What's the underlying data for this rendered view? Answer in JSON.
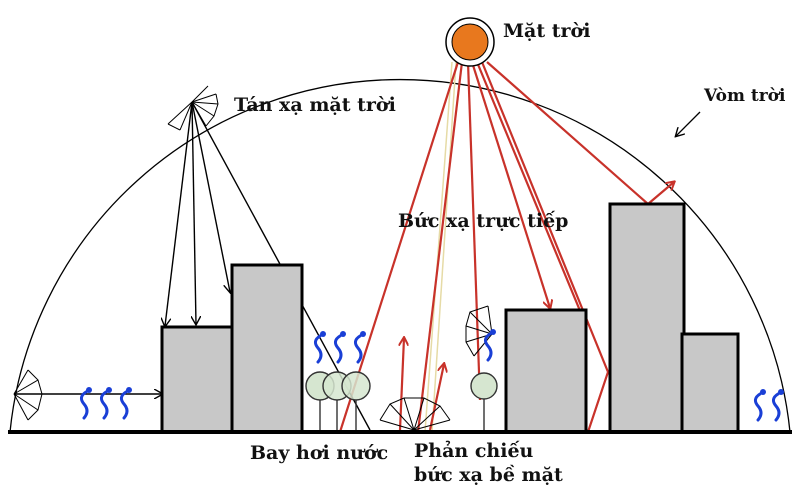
{
  "labels": {
    "sun": "Mặt trời",
    "sky_dome": "Vòm trời",
    "solar_scatter": "Tán xạ mặt trời",
    "direct_radiation": "Bức xạ trực tiếp",
    "evaporation": "Bay hơi nước",
    "reflection_line1": "Phản chiếu",
    "reflection_line2": "bức xạ bề mặt"
  },
  "colors": {
    "sun": "#e8781e",
    "direct_ray": "#c8322a",
    "diffuse_ray": "#e6dba6",
    "building": "#c8c8c8",
    "vapor": "#1a3fd6",
    "tree": "#d6e6d0",
    "outline": "#000000"
  }
}
